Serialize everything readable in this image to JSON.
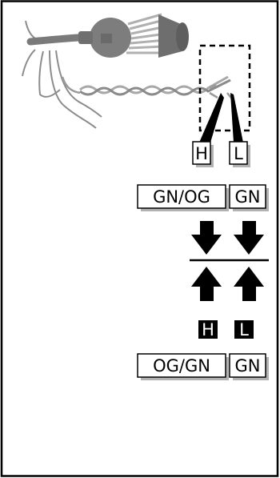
{
  "diagram": {
    "top_pins": {
      "high": "H",
      "low": "L"
    },
    "top_wires": {
      "high": "GN/OG",
      "low": "GN"
    },
    "bottom_pins": {
      "high": "H",
      "low": "L"
    },
    "bottom_wires": {
      "high": "OG/GN",
      "low": "GN"
    }
  },
  "colors": {
    "ink": "#000000",
    "label_shadow": "#b3b3b3",
    "cable": "#8c8c8c",
    "cable_dark": "#6e6e6e",
    "connector": "#7a7a7a"
  }
}
